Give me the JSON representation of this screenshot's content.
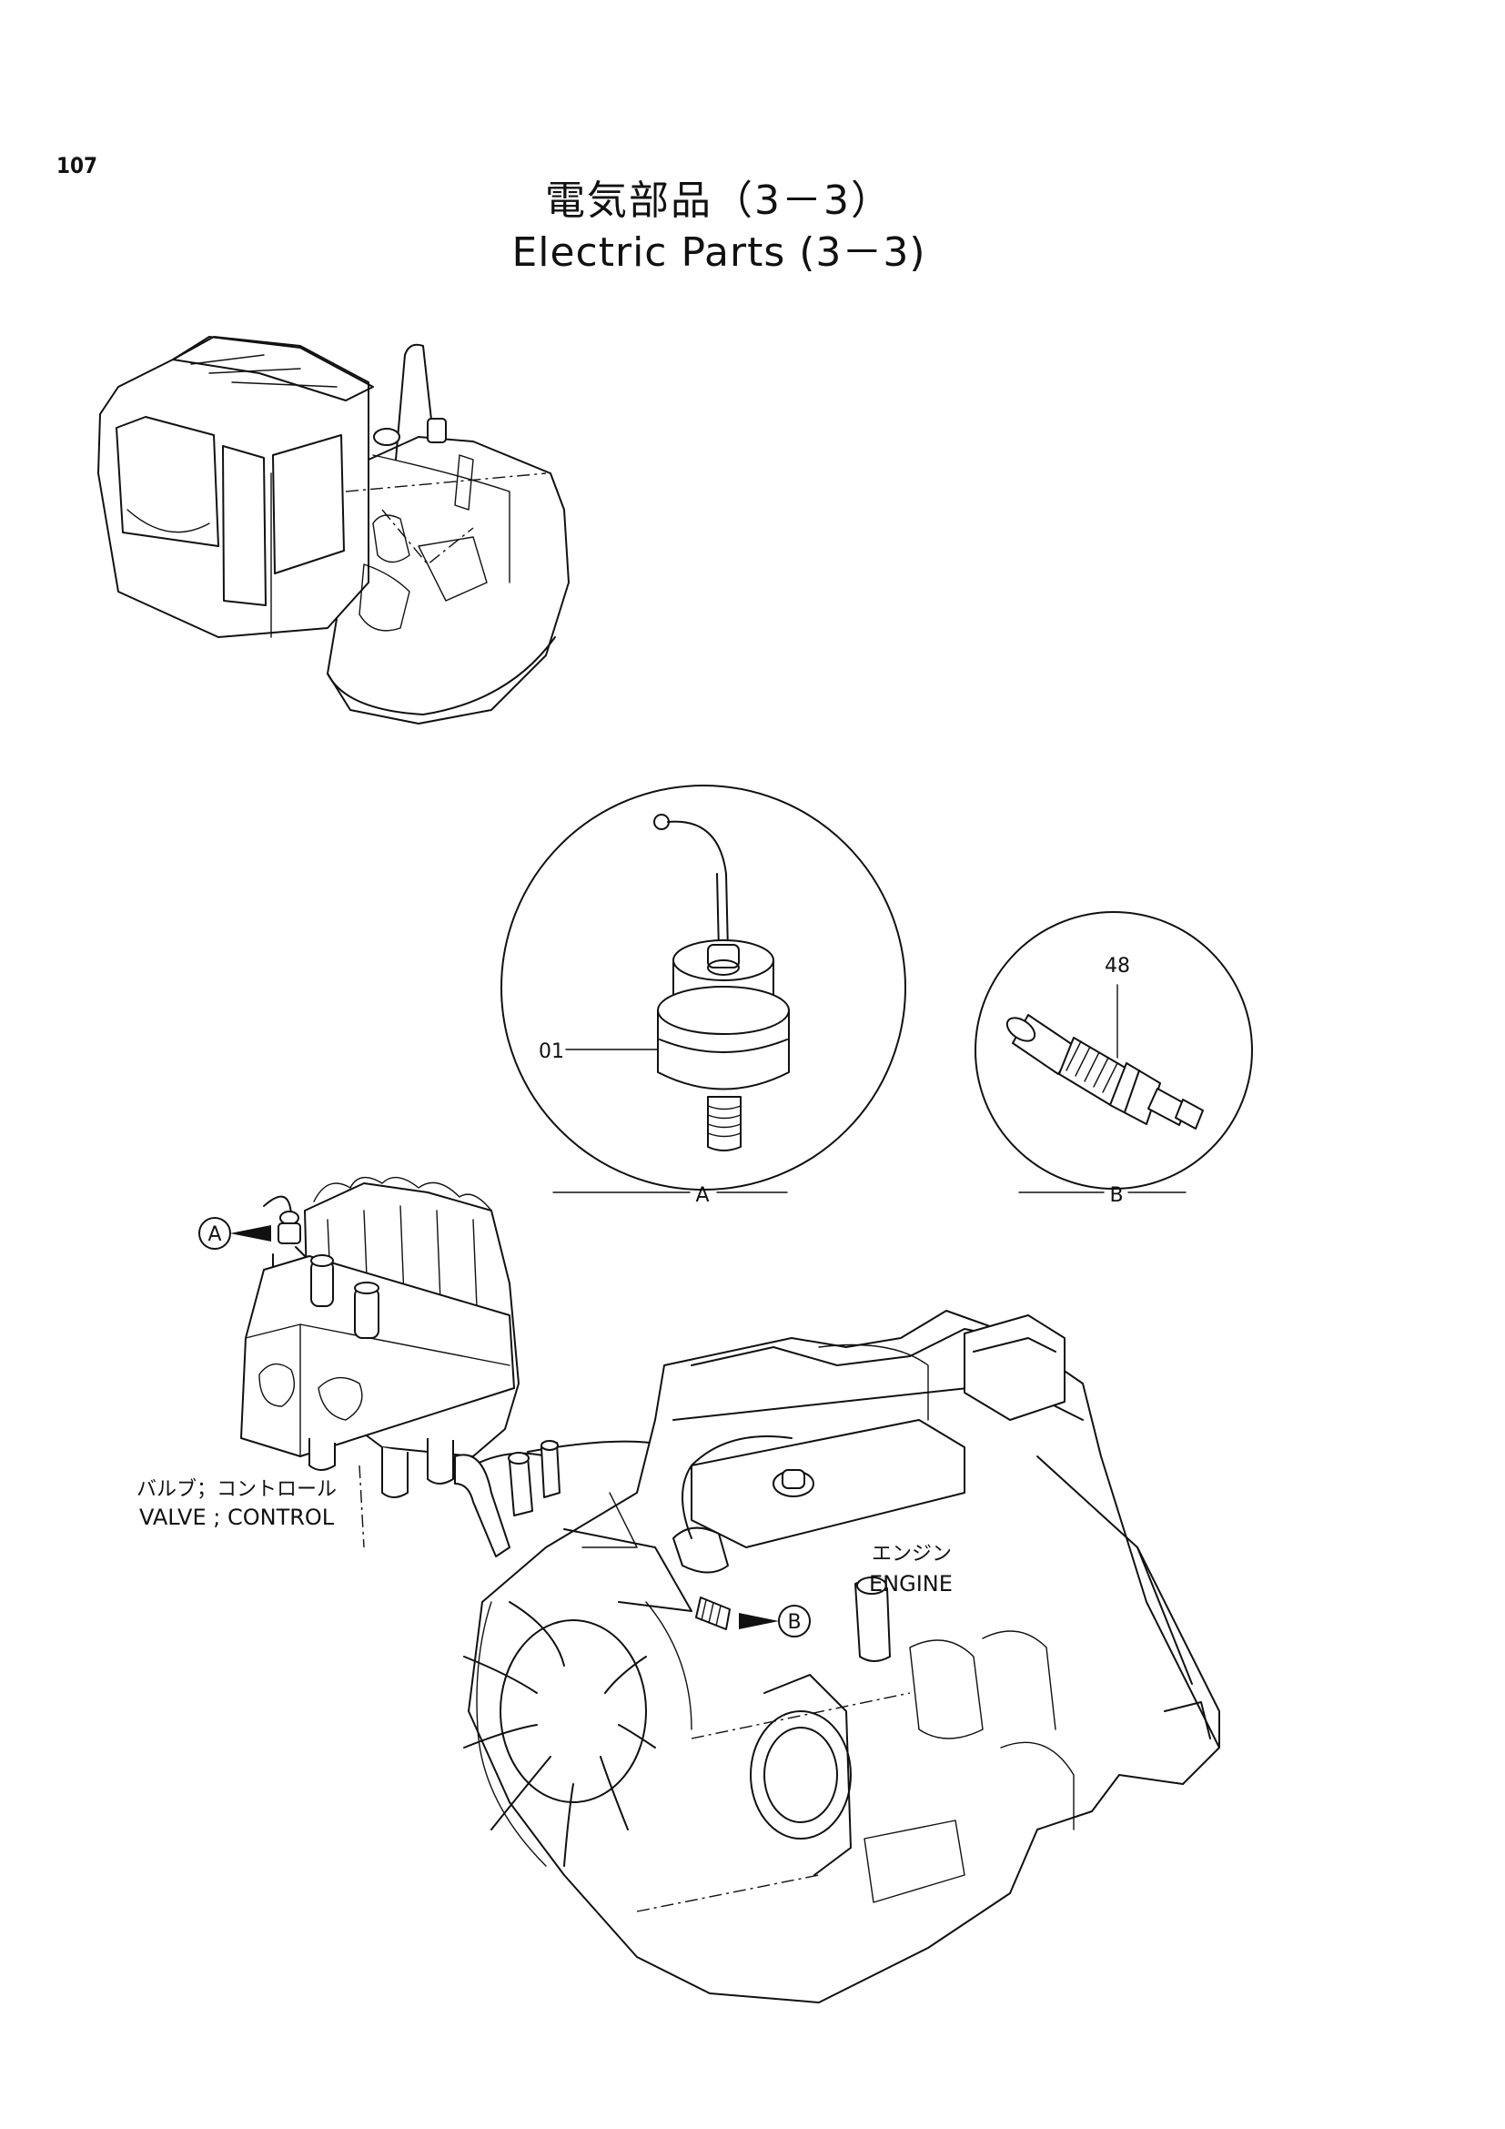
{
  "page": {
    "number": "107"
  },
  "title": {
    "japanese": "電気部品（3－3）",
    "english": "Electric Parts (3－3)"
  },
  "details": [
    {
      "callout": "A",
      "part_number": "01"
    },
    {
      "callout": "B",
      "part_number": "48"
    }
  ],
  "components": {
    "valve": {
      "label_jp": "バルブ；コントロール",
      "label_en": "VALVE ; CONTROL"
    },
    "engine": {
      "label_jp": "エンジン",
      "label_en": "ENGINE"
    }
  },
  "markers": {
    "a": "A",
    "b": "B"
  }
}
